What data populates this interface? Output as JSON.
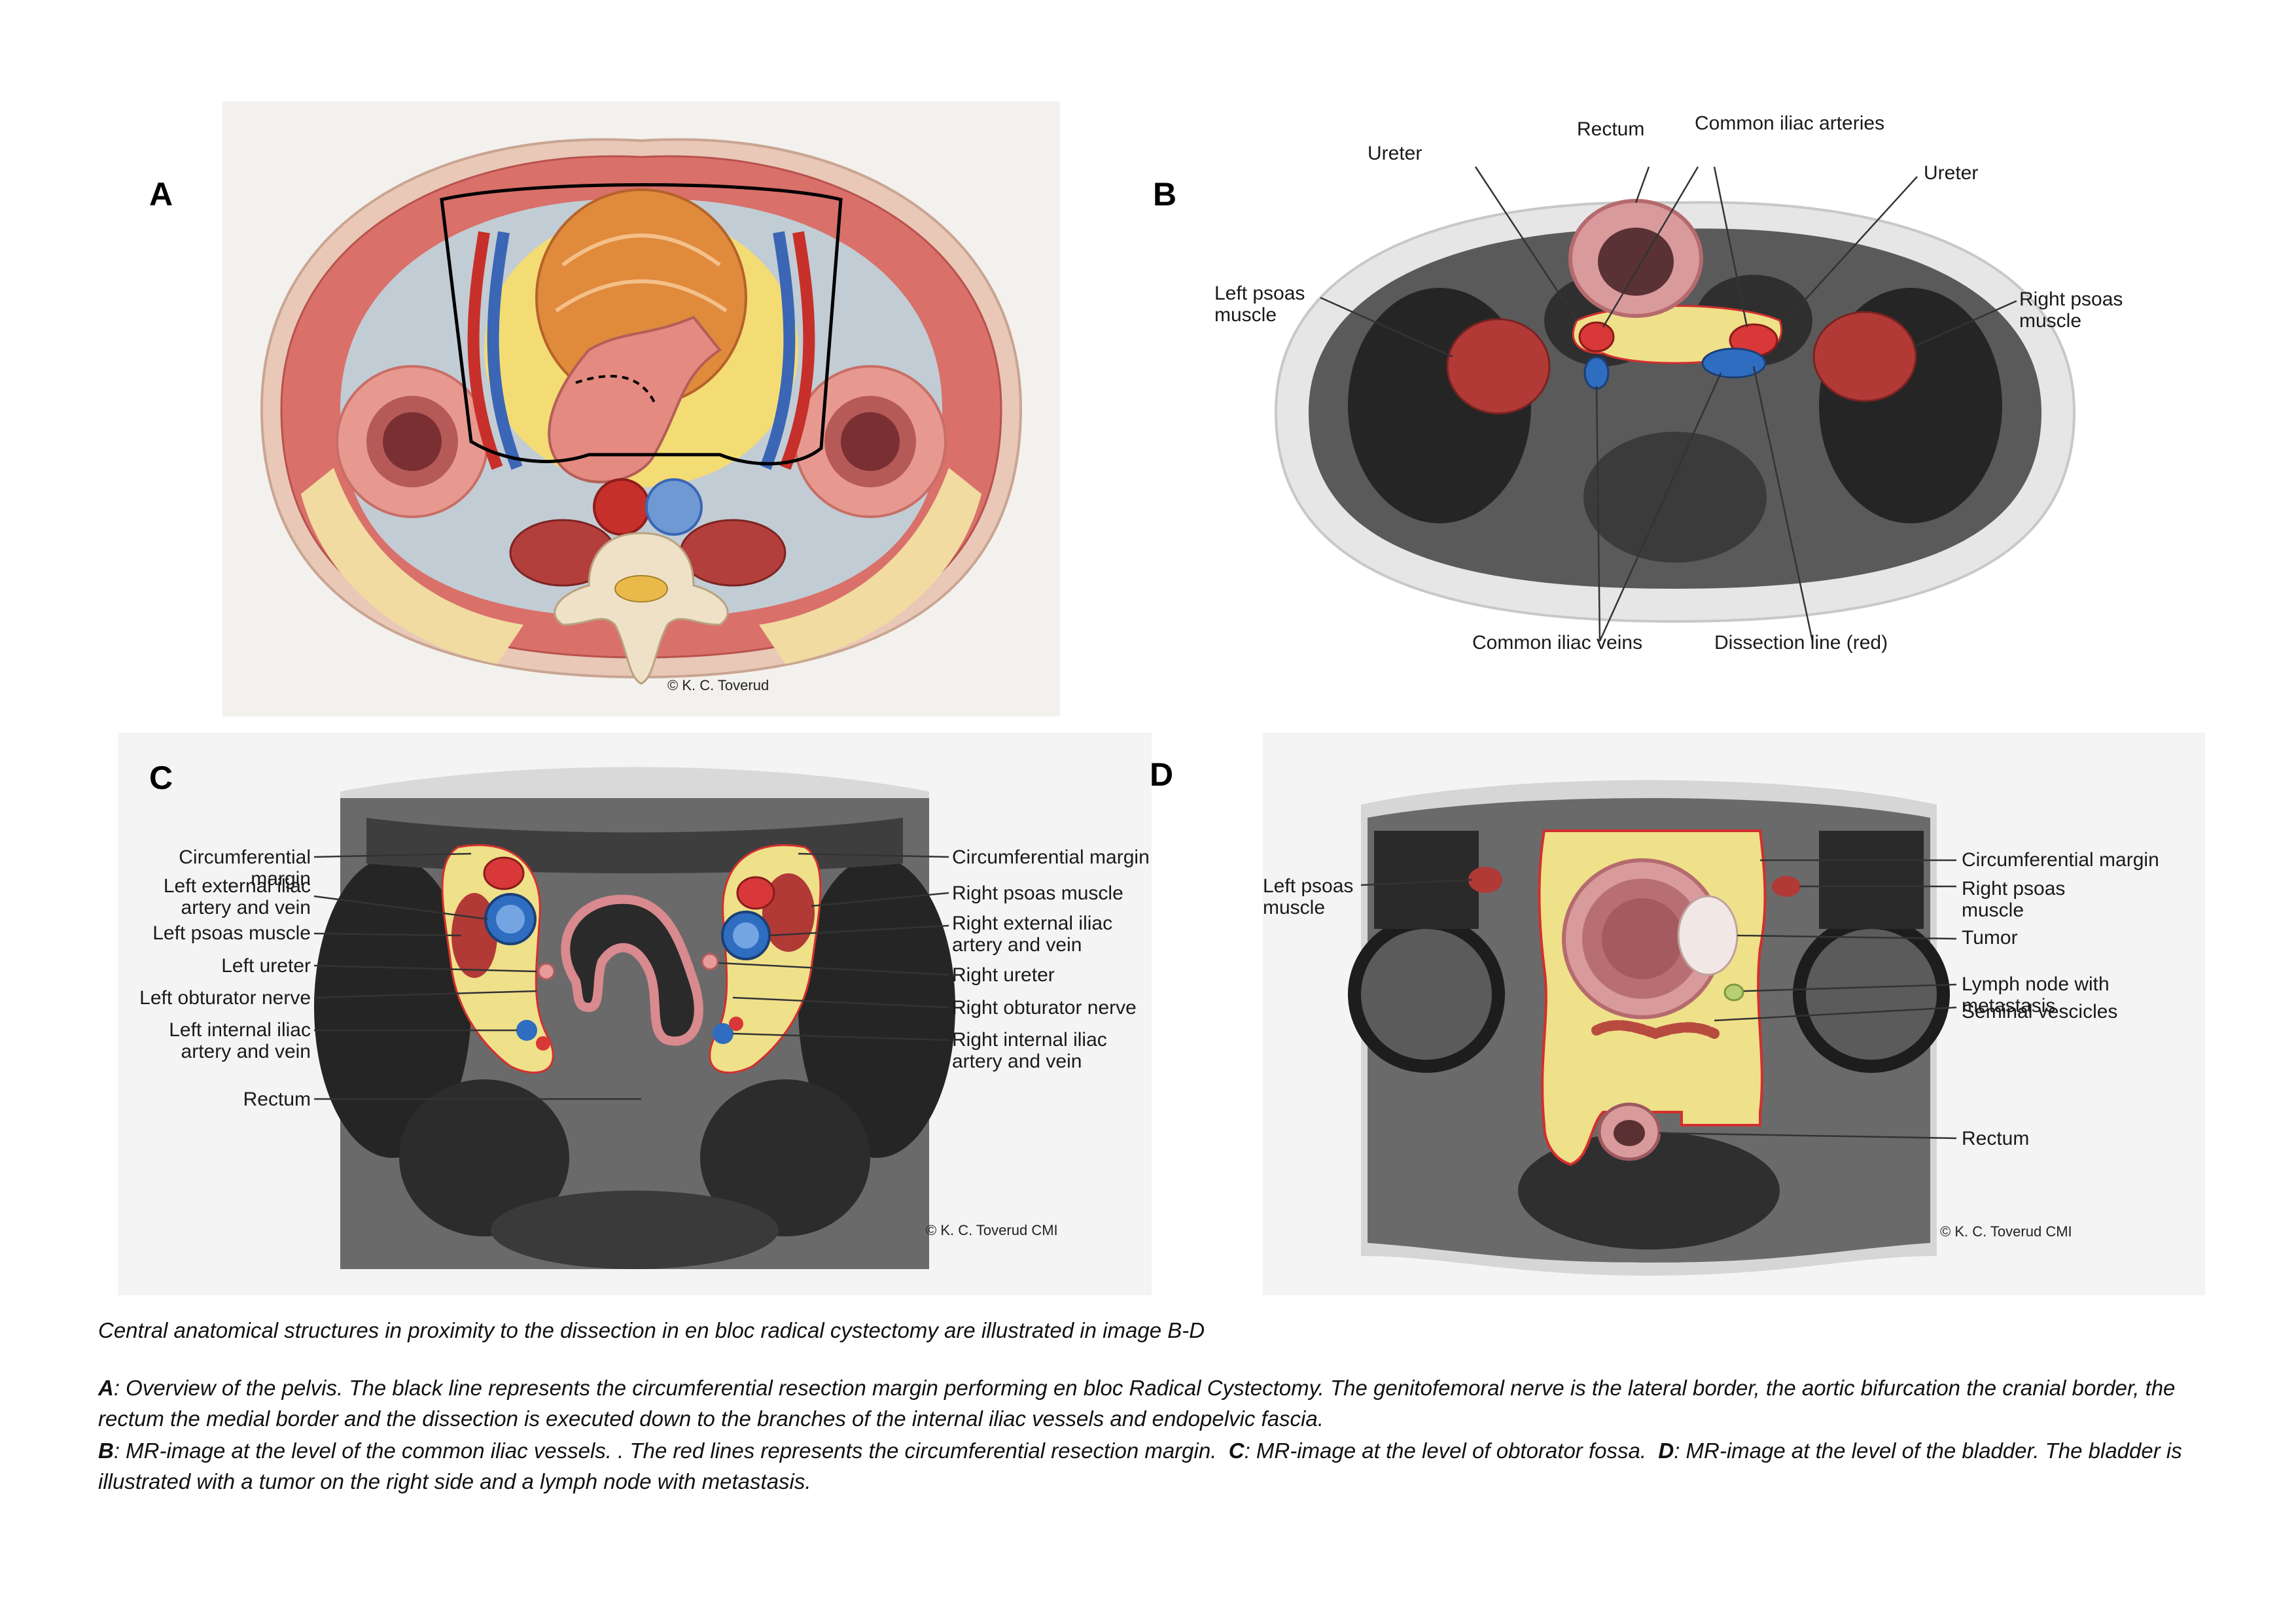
{
  "panel_letters": {
    "a": "A",
    "b": "B",
    "c": "C",
    "d": "D"
  },
  "panel_a": {
    "copyright": "© K. C. Toverud"
  },
  "panel_b": {
    "labels": {
      "ureter_left": "Ureter",
      "rectum": "Rectum",
      "common_iliac_arteries": "Common iliac arteries",
      "ureter_right": "Ureter",
      "left_psoas": "Left psoas\nmuscle",
      "right_psoas": "Right psoas\nmuscle",
      "common_iliac_veins": "Common iliac veins",
      "dissection_line": "Dissection line (red)"
    }
  },
  "panel_c": {
    "labels": {
      "circ_margin_left": "Circumferential margin",
      "left_ext_iliac": "Left external iliac\nartery and vein",
      "left_psoas": "Left psoas muscle",
      "left_ureter": "Left ureter",
      "left_obturator": "Left obturator nerve",
      "left_int_iliac": "Left internal iliac\nartery and vein",
      "rectum": "Rectum",
      "circ_margin_right": "Circumferential margin",
      "right_psoas": "Right psoas muscle",
      "right_ext_iliac": "Right external iliac\nartery and vein",
      "right_ureter": "Right ureter",
      "right_obturator": "Right obturator nerve",
      "right_int_iliac": "Right internal iliac\nartery and vein"
    },
    "copyright": "© K. C. Toverud CMI"
  },
  "panel_d": {
    "labels": {
      "left_psoas": "Left psoas\nmuscle",
      "circ_margin": "Circumferential margin",
      "right_psoas": "Right psoas\nmuscle",
      "tumor": "Tumor",
      "lymph_node": "Lymph node with metastasis",
      "seminal": "Seminal vescicles",
      "rectum": "Rectum"
    },
    "copyright": "© K. C. Toverud CMI"
  },
  "caption": {
    "intro": "Central anatomical structures in proximity to the dissection in en bloc radical cystectomy are illustrated in image B-D",
    "a_key": "A",
    "a_text": ": Overview of the pelvis. The black line represents the circumferential resection margin performing en bloc Radical Cystectomy. The genitofemoral nerve is the lateral border, the aortic bifurcation the cranial border, the rectum the medial border and the dissection is executed down to the branches of the internal iliac vessels and endopelvic fascia.",
    "b_key": "B",
    "b_text": ": MR-image at the level of the common iliac vessels. . The red lines represents the circumferential resection margin.",
    "c_key": "C",
    "c_text": ": MR-image at the level of obtorator fossa.",
    "d_key": "D",
    "d_text": ": MR-image at the level of the bladder. The bladder is illustrated with a tumor on the right side and a lymph node with metastasis."
  }
}
